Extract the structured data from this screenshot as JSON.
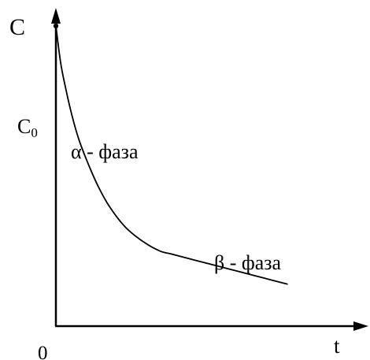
{
  "chart_data": {
    "type": "line",
    "title": "",
    "xlabel": "t",
    "ylabel": "C",
    "origin_label": "0",
    "c0_label": "C",
    "c0_subscript": "0",
    "c0_value": 1.0,
    "annotations": [
      {
        "id": "alpha",
        "symbol": "α",
        "text": " - фаза"
      },
      {
        "id": "beta",
        "symbol": "β",
        "text": " - фаза"
      }
    ],
    "x_range": [
      0,
      1.3
    ],
    "y_range": [
      0,
      1.06
    ],
    "grid": false,
    "legend": "none",
    "series": [
      {
        "x": [
          0,
          0.02,
          0.04,
          0.07,
          0.1,
          0.14,
          0.18,
          0.23,
          0.3,
          0.38,
          0.45,
          0.5,
          0.6,
          0.7,
          0.8,
          0.9,
          1.0
        ],
        "y": [
          1.0,
          0.88,
          0.8,
          0.7,
          0.62,
          0.54,
          0.47,
          0.4,
          0.33,
          0.28,
          0.25,
          0.24,
          0.22,
          0.2,
          0.18,
          0.16,
          0.14
        ]
      }
    ],
    "colors": {
      "axis": "#000000",
      "curve": "#000000"
    }
  }
}
